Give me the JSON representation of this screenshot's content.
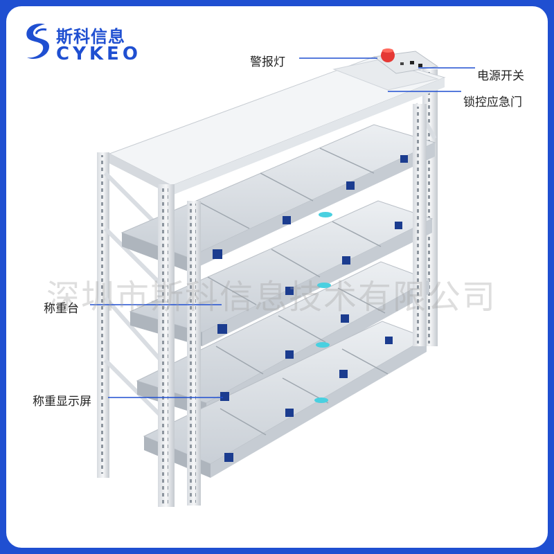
{
  "brand": {
    "name_cn": "斯科信息",
    "name_en": "CYKEO",
    "color": "#1f4fd1"
  },
  "callouts": [
    {
      "text": "警报灯"
    },
    {
      "text": "电源开关"
    },
    {
      "text": "锁控应急门"
    },
    {
      "text": "称重台"
    },
    {
      "text": "称重显示屏"
    }
  ],
  "watermark": "深圳市斯科信息技术有限公司"
}
